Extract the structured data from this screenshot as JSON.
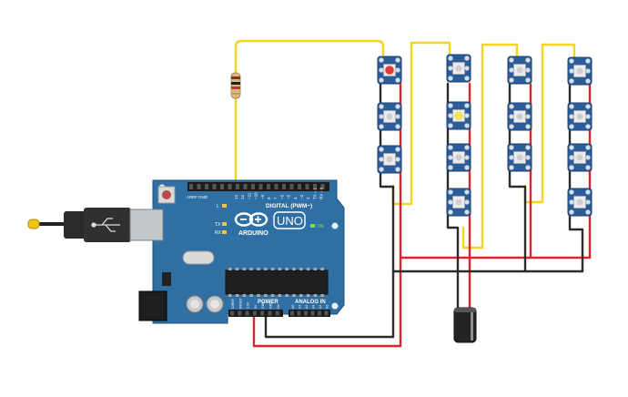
{
  "board": {
    "brand": "ARDUINO",
    "model": "UNO",
    "on_label": "ON",
    "digital_header_label": "DIGITAL (PWM~)",
    "power_label": "POWER",
    "analog_label": "ANALOG IN",
    "tx_label": "TX",
    "rx_label": "RX",
    "aref_label": "AREF",
    "gnd_label": "GND",
    "led_l_label": "L",
    "pin_labels": [
      "13",
      "12",
      "~11",
      "~10",
      "~9",
      "8",
      "7",
      "~6",
      "~5",
      "4",
      "~3",
      "2",
      "TX→1",
      "RX←0"
    ],
    "power_pins": [
      "IOREF",
      "RESET",
      "3.3V",
      "5V",
      "GND",
      "GND",
      "Vin"
    ],
    "analog_pins": [
      "A0",
      "A1",
      "A2",
      "A3",
      "A4",
      "A5"
    ]
  },
  "components": {
    "resistor": "resistor",
    "capacitor": "electrolytic capacitor",
    "usb_cable": "usb cable",
    "pixel_columns": [
      3,
      4,
      3,
      4
    ]
  },
  "colors": {
    "signal_wire": "#f5d41c",
    "power_wire": "#e3222a",
    "ground_wire": "#2b2b2b",
    "board": "#2f6fa4",
    "pixel": "#2c5c9a",
    "led_red": "#e23b3b",
    "led_yellow": "#f2e25a"
  }
}
